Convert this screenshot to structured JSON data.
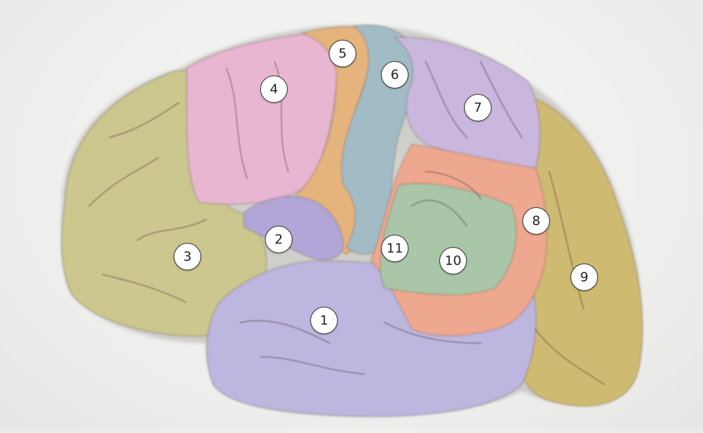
{
  "diagram": {
    "subject": "brain-lateral-view",
    "labels": [
      "1",
      "2",
      "3",
      "4",
      "5",
      "6",
      "7",
      "8",
      "9",
      "10",
      "11"
    ],
    "colors": {
      "region_1": "#bdb6df",
      "region_2": "#b2a6d8",
      "region_3": "#cbc78e",
      "region_4": "#e9b6d2",
      "region_5": "#e5b47c",
      "region_6": "#a2bcc6",
      "region_7": "#cab7de",
      "region_8": "#eea88f",
      "region_9": "#cfba72",
      "region_10": "#aac6a8"
    }
  }
}
